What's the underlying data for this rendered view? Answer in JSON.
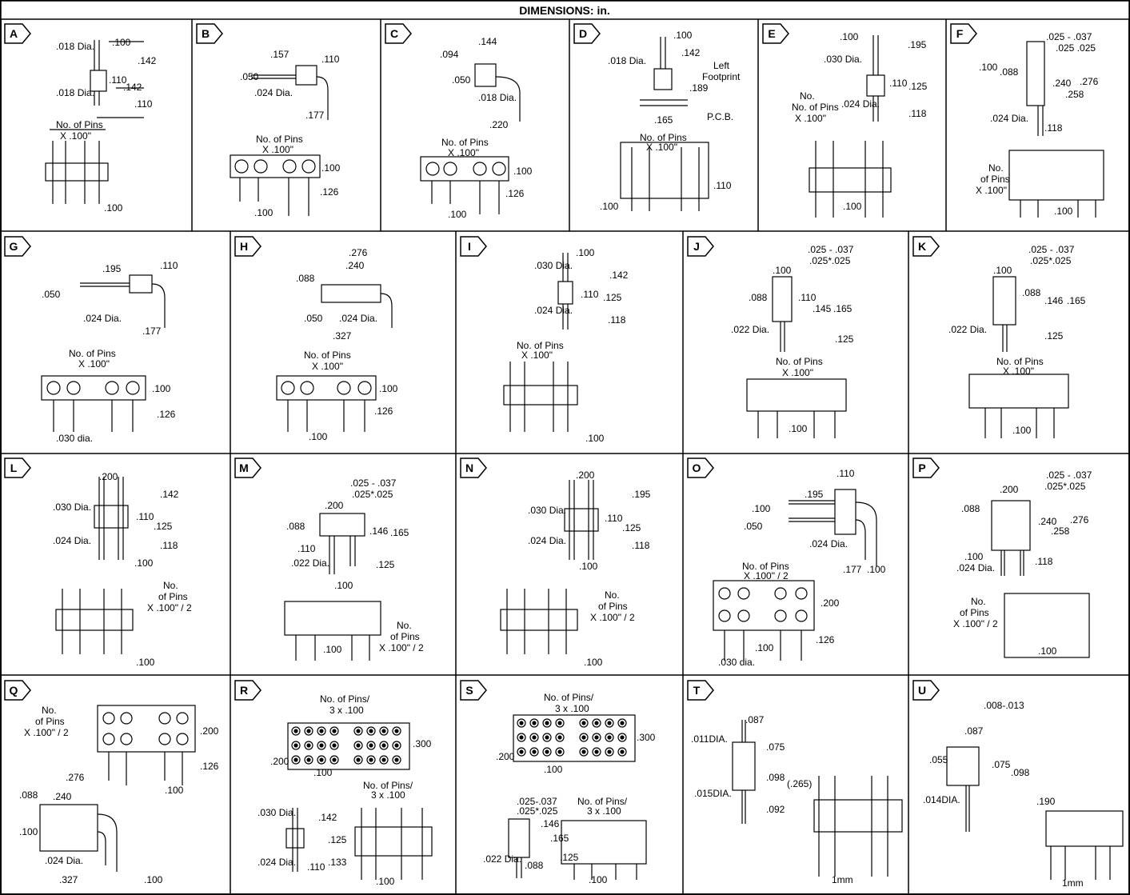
{
  "header": {
    "title": "DIMENSIONS: in."
  },
  "common": {
    "dia_018": ".018 Dia.",
    "dia_024": ".024 Dia.",
    "dia_030": ".030 Dia.",
    "dia_022": ".022 Dia.",
    "dia_030_lower": ".030 dia.",
    "no_of_pins": "No. of Pins",
    "x100": "X .100\"",
    "x100_half": "X .100\" / 2",
    "of_pins": "of Pins",
    "no": "No.",
    "pins_per_3x100": "No. of Pins/",
    "three_x100": "3 x .100",
    "sq_note_a": ".025 - .037",
    "sq_note_b": ".025 .025",
    "sq_note_c": ".025*.025"
  },
  "panels": [
    {
      "letter": "A",
      "dims": [
        ".100",
        ".142",
        ".110",
        ".142",
        ".110",
        ".100"
      ]
    },
    {
      "letter": "B",
      "dims": [
        ".157",
        ".110",
        ".050",
        ".177",
        ".100",
        ".126",
        ".100"
      ]
    },
    {
      "letter": "C",
      "dims": [
        ".094",
        ".144",
        ".050",
        ".018 Dia.",
        ".220",
        ".100",
        ".126",
        ".100"
      ]
    },
    {
      "letter": "D",
      "dims": [
        ".100",
        ".142",
        ".189",
        ".165",
        ".110",
        ".100",
        "Left",
        "Footprint",
        "P.C.B."
      ]
    },
    {
      "letter": "E",
      "dims": [
        ".100",
        ".195",
        ".110",
        ".125",
        ".118",
        ".100"
      ]
    },
    {
      "letter": "F",
      "dims": [
        ".100",
        ".088",
        ".240",
        ".276",
        ".258",
        ".118",
        ".100"
      ]
    },
    {
      "letter": "G",
      "dims": [
        ".195",
        ".110",
        ".050",
        ".177",
        ".100",
        ".126"
      ]
    },
    {
      "letter": "H",
      "dims": [
        ".276",
        ".240",
        ".088",
        ".050",
        ".327",
        ".100",
        ".126",
        ".100"
      ]
    },
    {
      "letter": "I",
      "dims": [
        ".100",
        ".142",
        ".110",
        ".125",
        ".118",
        ".100"
      ]
    },
    {
      "letter": "J",
      "dims": [
        ".100",
        ".088",
        ".110",
        ".145",
        ".165",
        ".125",
        ".100"
      ]
    },
    {
      "letter": "K",
      "dims": [
        ".100",
        ".088",
        ".146",
        ".165",
        ".125",
        ".100"
      ]
    },
    {
      "letter": "L",
      "dims": [
        ".200",
        ".142",
        ".110",
        ".125",
        ".118",
        ".100",
        ".100"
      ]
    },
    {
      "letter": "M",
      "dims": [
        ".200",
        ".088",
        ".146",
        ".165",
        ".110",
        ".125",
        ".100",
        ".100"
      ]
    },
    {
      "letter": "N",
      "dims": [
        ".200",
        ".195",
        ".110",
        ".125",
        ".118",
        ".100",
        ".100"
      ]
    },
    {
      "letter": "O",
      "dims": [
        ".195",
        ".110",
        ".100",
        ".050",
        ".177",
        ".100",
        ".200",
        ".126",
        ".100"
      ]
    },
    {
      "letter": "P",
      "dims": [
        ".200",
        ".088",
        ".240",
        ".276",
        ".258",
        ".100",
        ".118",
        ".100"
      ]
    },
    {
      "letter": "Q",
      "dims": [
        ".200",
        ".126",
        ".276",
        ".240",
        ".088",
        ".100",
        ".327",
        ".100",
        ".100"
      ]
    },
    {
      "letter": "R",
      "dims": [
        ".300",
        ".200",
        ".100",
        ".142",
        ".125",
        ".133",
        ".110",
        ".100"
      ]
    },
    {
      "letter": "S",
      "dims": [
        ".300",
        ".200",
        ".100",
        ".146",
        ".165",
        ".125",
        ".088",
        ".100"
      ]
    },
    {
      "letter": "T",
      "dims": [
        ".087",
        ".011DIA.",
        ".075",
        ".098",
        "(.265)",
        ".015DIA.",
        ".092",
        "1mm"
      ]
    },
    {
      "letter": "U",
      "dims": [
        ".008-.013",
        ".087",
        ".055",
        ".075",
        ".098",
        ".014DIA.",
        ".190",
        "1mm"
      ]
    }
  ],
  "special": {
    "dot_025_037": ".025-.037",
    "dot_025_025": ".025*.025"
  }
}
